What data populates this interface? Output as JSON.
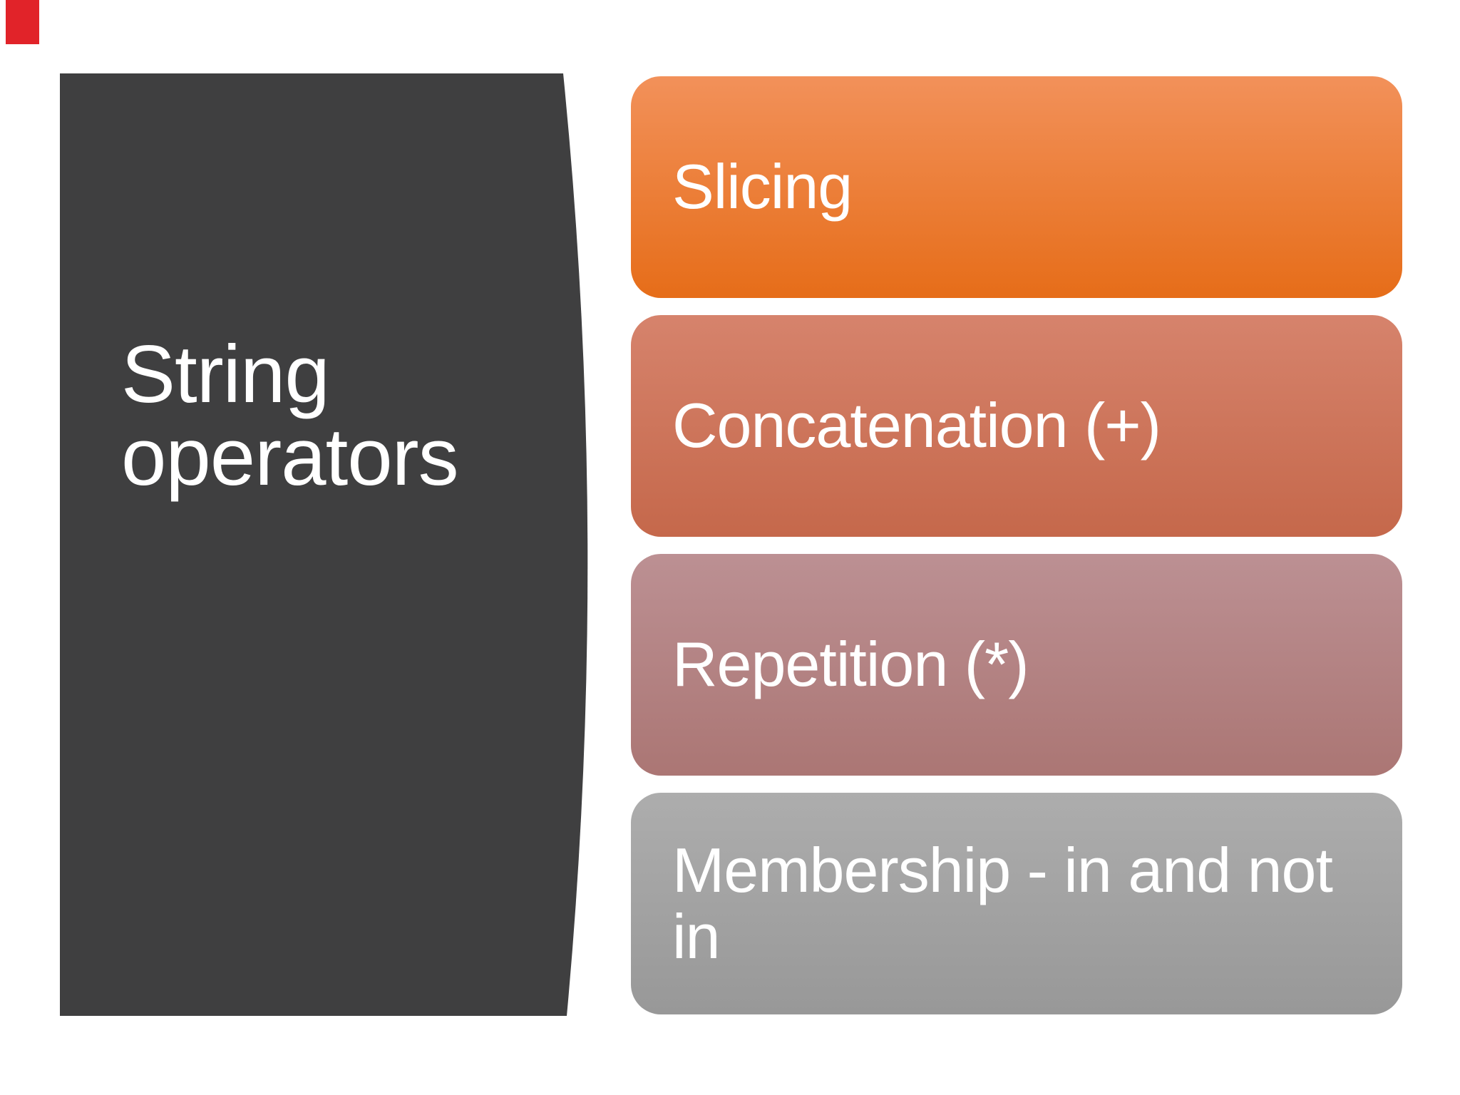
{
  "slide": {
    "background": "#ffffff",
    "title": "String operators",
    "items": [
      {
        "id": "slicing",
        "label": "Slicing"
      },
      {
        "id": "concatenation",
        "label": "Concatenation (+)"
      },
      {
        "id": "repetition",
        "label": "Repetition (*)"
      },
      {
        "id": "membership",
        "label": "Membership - in and not in"
      }
    ]
  },
  "colors": {
    "panel": "#3f3f40",
    "text": "#ffffff",
    "red_marker": "#e12329",
    "bars": {
      "slicing": {
        "top": "#f2915a",
        "bottom": "#e66d19"
      },
      "concatenation": {
        "top": "#d6836c",
        "bottom": "#c5684b"
      },
      "repetition": {
        "top": "#bc9093",
        "bottom": "#ab7674"
      },
      "membership": {
        "top": "#adadad",
        "bottom": "#989898"
      }
    }
  }
}
